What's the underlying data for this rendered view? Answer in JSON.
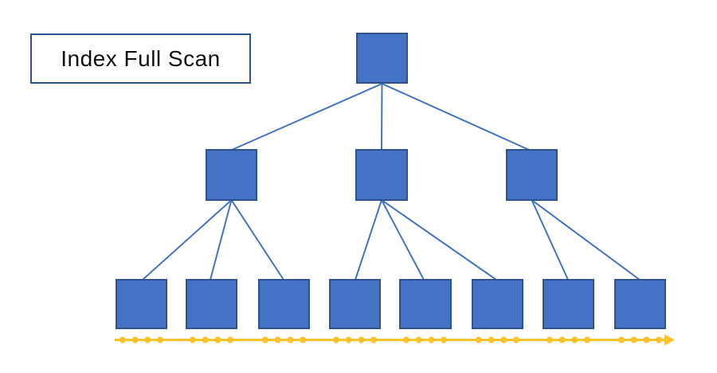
{
  "title_label": {
    "text": "Index Full Scan"
  },
  "colors": {
    "background": "#FFFFFF",
    "node_fill": "#4472C4",
    "node_border": "#2F528F",
    "connector": "#4472C4",
    "scan_line": "#FFC12B",
    "label_border": "#2E5395",
    "label_text": "#111111"
  },
  "tree": {
    "levels": 3,
    "root_count": 1,
    "branch_count": 3,
    "leaf_count": 8,
    "branch_children": [
      3,
      3,
      2
    ]
  },
  "scan": {
    "dots_per_leaf": 4,
    "total_dots": 32,
    "direction": "left-to-right",
    "arrowhead": "right"
  }
}
